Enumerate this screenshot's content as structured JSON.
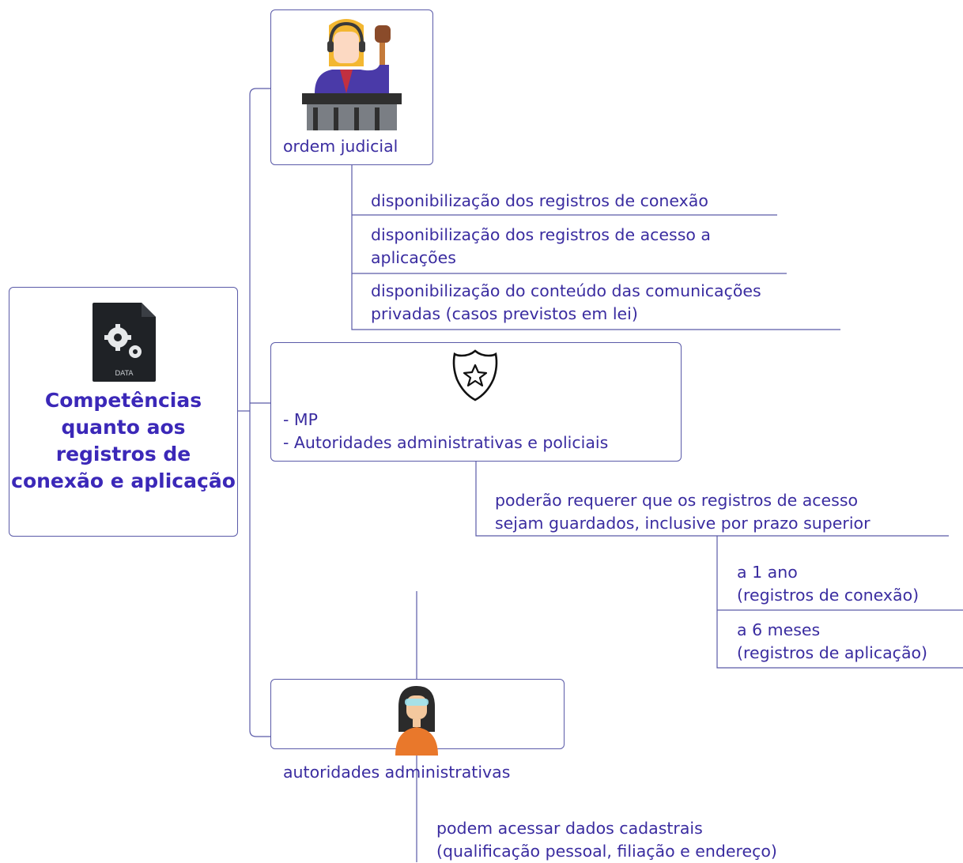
{
  "central": {
    "title": "Competências quanto aos registros de conexão e aplicação",
    "icon": "data-file-gears-icon",
    "icon_label": "DATA"
  },
  "branches": [
    {
      "label": "ordem judicial",
      "icon": "judge-with-gavel-icon",
      "children": [
        "disponibilização dos registros de conexão",
        [
          "disponibilização dos registros de acesso a",
          "aplicações"
        ],
        [
          "disponibilização do conteúdo das comunicações",
          "privadas (casos previstos em lei)"
        ]
      ]
    },
    {
      "lines": [
        "- MP",
        "- Autoridades administrativas e policiais"
      ],
      "icon": "police-badge-star-icon",
      "children": [
        {
          "lines": [
            "poderão requerer que os registros de acesso",
            "sejam guardados, inclusive por prazo superior"
          ],
          "children": [
            [
              "a 1 ano",
              "(registros de conexão)"
            ],
            [
              "a 6 meses",
              "(registros de aplicação)"
            ]
          ]
        }
      ]
    },
    {
      "label": "autoridades administrativas",
      "icon": "woman-avatar-icon",
      "children": [
        [
          "podem acessar dados cadastrais",
          "(qualificação pessoal, filiação e endereço)"
        ]
      ]
    }
  ],
  "colors": {
    "text": "#3a2ca0",
    "line": "#5a5aa8",
    "title": "#3b28b8"
  }
}
